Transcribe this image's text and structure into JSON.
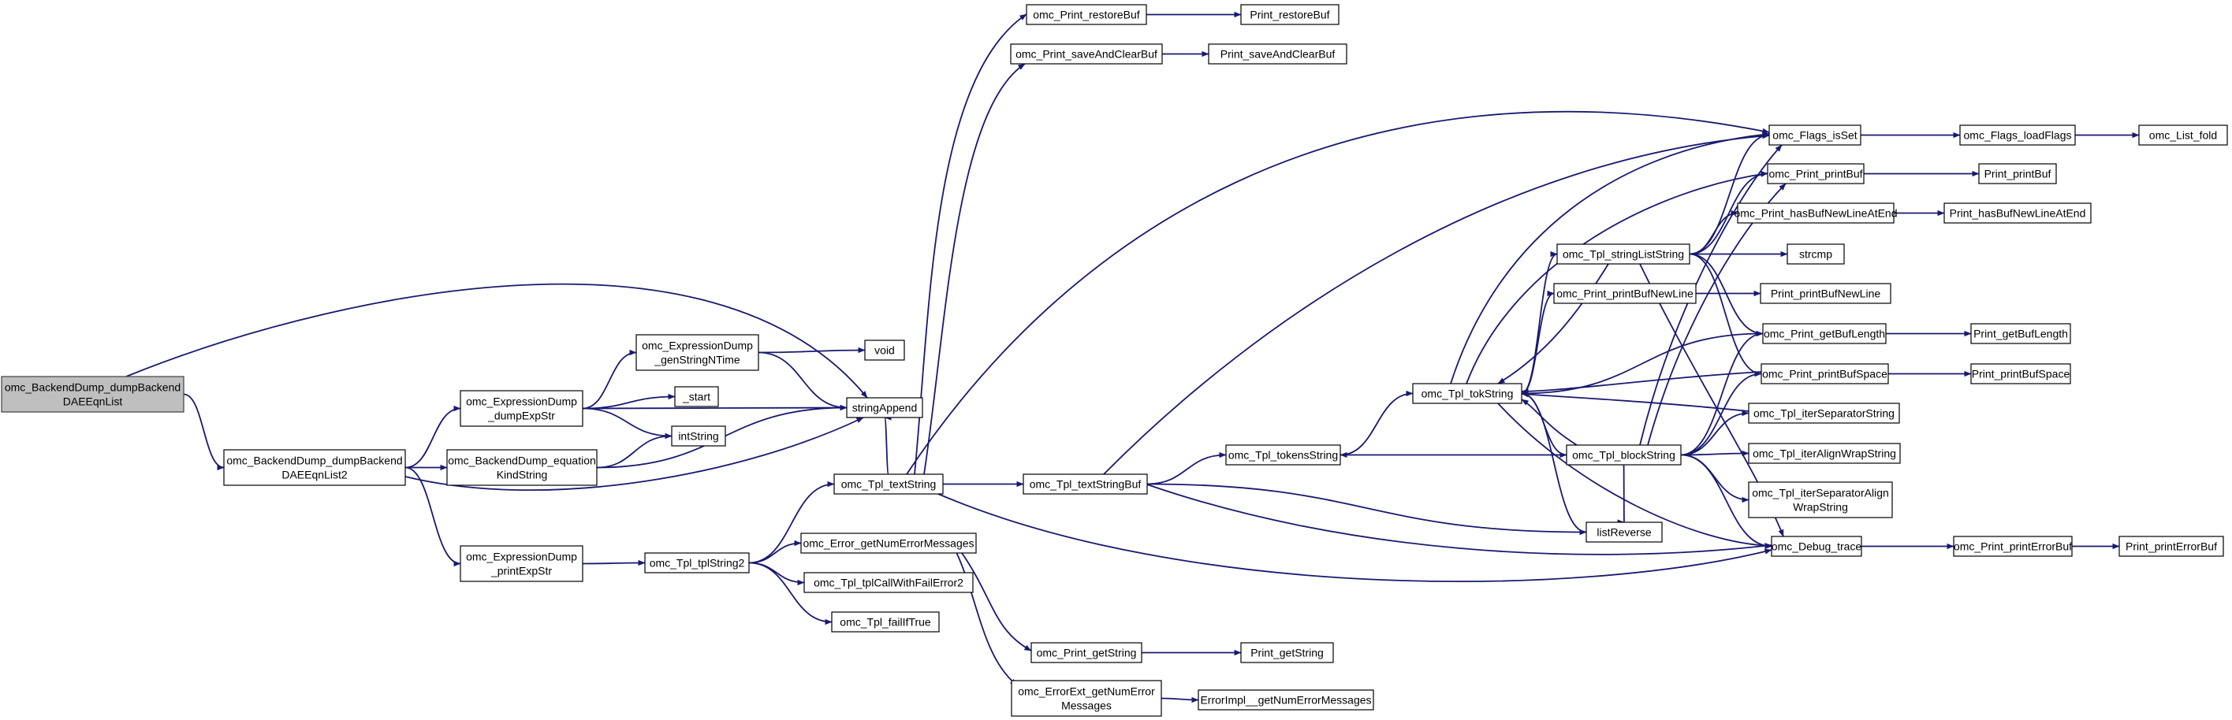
{
  "colors": {
    "edge": "#191970",
    "node_fill": "#ffffff",
    "root_fill": "#bfbfbf",
    "node_stroke": "#000000"
  },
  "nodes": {
    "root": [
      "omc_BackendDump_dumpBackend",
      "DAEEqnList"
    ],
    "dumpBackendDAEEqnList2": [
      "omc_BackendDump_dumpBackend",
      "DAEEqnList2"
    ],
    "dumpExpStr": [
      "omc_ExpressionDump",
      "_dumpExpStr"
    ],
    "equationKindString": [
      "omc_BackendDump_equation",
      "KindString"
    ],
    "printExpStr": [
      "omc_ExpressionDump",
      "_printExpStr"
    ],
    "genStringNTime": [
      "omc_ExpressionDump",
      "_genStringNTime"
    ],
    "void": [
      "void"
    ],
    "start": [
      "_start"
    ],
    "intString": [
      "intString"
    ],
    "stringAppend": [
      "stringAppend"
    ],
    "tplString2": [
      "omc_Tpl_tplString2"
    ],
    "printRestoreBuf": [
      "omc_Print_restoreBuf"
    ],
    "printSaveAndClearBuf": [
      "omc_Print_saveAndClearBuf"
    ],
    "tplTextString": [
      "omc_Tpl_textString"
    ],
    "errorGetNumErrorMessages": [
      "omc_Error_getNumErrorMessages"
    ],
    "tplCallWithFailError2": [
      "omc_Tpl_tplCallWithFailError2"
    ],
    "failIfTrue": [
      "omc_Tpl_failIfTrue"
    ],
    "printGetString": [
      "omc_Print_getString"
    ],
    "errorExtGetNumErrorMessages": [
      "omc_ErrorExt_getNumError",
      "Messages"
    ],
    "PrintRestoreBuf": [
      "Print_restoreBuf"
    ],
    "PrintSaveAndClearBuf": [
      "Print_saveAndClearBuf"
    ],
    "tplTextStringBuf": [
      "omc_Tpl_textStringBuf"
    ],
    "PrintGetString": [
      "Print_getString"
    ],
    "ErrorImplGetNumErrorMessages": [
      "ErrorImpl__getNumErrorMessages"
    ],
    "tplTokensString": [
      "omc_Tpl_tokensString"
    ],
    "tplTokString": [
      "omc_Tpl_tokString"
    ],
    "tplStringListString": [
      "omc_Tpl_stringListString"
    ],
    "printPrintBufNewLine": [
      "omc_Print_printBufNewLine"
    ],
    "tplBlockString": [
      "omc_Tpl_blockString"
    ],
    "listReverse": [
      "listReverse"
    ],
    "flagsIsSet": [
      "omc_Flags_isSet"
    ],
    "printPrintBuf": [
      "omc_Print_printBuf"
    ],
    "printHasBufNewLineAtEnd": [
      "omc_Print_hasBufNewLineAtEnd"
    ],
    "strcmp": [
      "strcmp"
    ],
    "PrintPrintBufNewLine": [
      "Print_printBufNewLine"
    ],
    "printGetBufLength": [
      "omc_Print_getBufLength"
    ],
    "printPrintBufSpace": [
      "omc_Print_printBufSpace"
    ],
    "tplIterSeparatorString": [
      "omc_Tpl_iterSeparatorString"
    ],
    "tplIterAlignWrapString": [
      "omc_Tpl_iterAlignWrapString"
    ],
    "tplIterSeparatorAlignWrapString": [
      "omc_Tpl_iterSeparatorAlign",
      "WrapString"
    ],
    "debugTrace": [
      "omc_Debug_trace"
    ],
    "flagsLoadFlags": [
      "omc_Flags_loadFlags"
    ],
    "listFold": [
      "omc_List_fold"
    ],
    "PrintPrintBuf": [
      "Print_printBuf"
    ],
    "PrintHasBufNewLineAtEnd": [
      "Print_hasBufNewLineAtEnd"
    ],
    "PrintGetBufLength": [
      "Print_getBufLength"
    ],
    "PrintPrintBufSpace": [
      "Print_printBufSpace"
    ],
    "printPrintErrorBuf": [
      "omc_Print_printErrorBuf"
    ],
    "PrintPrintErrorBuf": [
      "Print_printErrorBuf"
    ]
  }
}
